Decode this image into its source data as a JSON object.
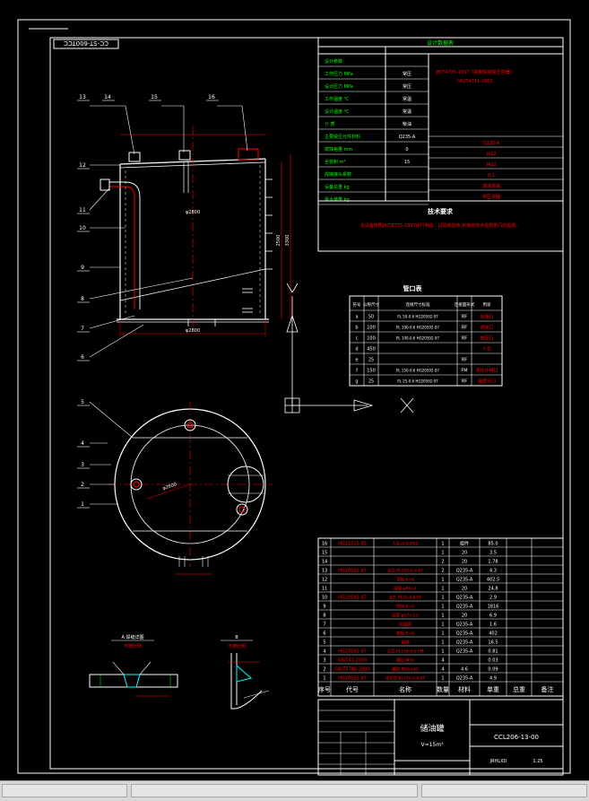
{
  "title_block": {
    "drawing_no_flipped": "CC-ST-600TCC",
    "part_no": "CCL206-13-00",
    "name": "储油罐",
    "volume": "V=15m³",
    "scale": "1:25",
    "sheet": "JRHLXD"
  },
  "tech_data": {
    "header": "设计数据表",
    "code_std": "JB/T4735-1997《钢制焊接常压容器》",
    "code_std2": "HG/T4711-2002",
    "rows": [
      {
        "label": "设计参数",
        "value": "",
        "note": ""
      },
      {
        "label": "工作压力 MPa",
        "value": "常压",
        "note": ""
      },
      {
        "label": "设计压力 MPa",
        "value": "常压",
        "note": ""
      },
      {
        "label": "工作温度 ℃",
        "value": "常温",
        "note": ""
      },
      {
        "label": "设计温度 ℃",
        "value": "常温",
        "note": ""
      },
      {
        "label": "介 质",
        "value": "柴油",
        "note": ""
      },
      {
        "label": "主要受压元件材料",
        "value": "Q235-A",
        "note": ""
      },
      {
        "label": "腐蚀裕量 mm",
        "value": "0",
        "note": ""
      },
      {
        "label": "全容积 m³",
        "value": "15",
        "note": ""
      },
      {
        "label": "焊接接头系数",
        "value": "",
        "note": ""
      },
      {
        "label": "设备总重 kg",
        "value": "",
        "note": ""
      },
      {
        "label": "最大装量 kg",
        "value": "",
        "note": ""
      }
    ],
    "right_rows": [
      "Q235-A",
      "J422",
      "J422",
      "0.1",
      "煤油渗漏",
      "常压容器"
    ]
  },
  "tech_req": {
    "title": "技术要求",
    "text": "本设备按照JB/T4735-1997进行制造、试验和验收,并接受技术监督部门的监督。"
  },
  "nozzle_table": {
    "title": "管口表",
    "headers": [
      "符号",
      "公称尺寸",
      "连接尺寸标准",
      "连接面形式",
      "用途"
    ],
    "rows": [
      {
        "sym": "a",
        "dn": "50",
        "std": "PL 50-0.6 HG20592-97",
        "face": "RF",
        "use": "出油口"
      },
      {
        "sym": "b",
        "dn": "100",
        "std": "PL 100-0.6 HG20592-97",
        "face": "RF",
        "use": "进油口"
      },
      {
        "sym": "c",
        "dn": "100",
        "std": "PL 100-0.6 HG20592-97",
        "face": "RF",
        "use": "放空口"
      },
      {
        "sym": "d",
        "dn": "450",
        "std": "",
        "face": "",
        "use": "人孔"
      },
      {
        "sym": "e",
        "dn": "25",
        "std": "",
        "face": "RF",
        "use": ""
      },
      {
        "sym": "f",
        "dn": "150",
        "std": "PL 150-0.6 HG20592-97",
        "face": "FM",
        "use": "液位计接口"
      },
      {
        "sym": "g",
        "dn": "25",
        "std": "PL 25-0.6 HG20592-97",
        "face": "RF",
        "use": "温度计口"
      }
    ]
  },
  "bom": {
    "headers": [
      "序号",
      "代号",
      "名称",
      "数量",
      "材料",
      "单重",
      "总重",
      "备注"
    ],
    "rows": [
      {
        "no": "16",
        "code": "HG21515-95",
        "name": "人孔(A·G)450",
        "qty": "1",
        "mat": "组件",
        "wt": "85.0"
      },
      {
        "no": "15",
        "code": "",
        "name": "",
        "qty": "1",
        "mat": "20",
        "wt": "3.5"
      },
      {
        "no": "14",
        "code": "",
        "name": "",
        "qty": "2",
        "mat": "20",
        "wt": "1.78"
      },
      {
        "no": "13",
        "code": "HG20592-97",
        "name": "法兰 PL100-0.6 RF",
        "qty": "2",
        "mat": "Q235-A",
        "wt": "4.3"
      },
      {
        "no": "12",
        "code": "",
        "name": "顶板 δ=6",
        "qty": "1",
        "mat": "Q235-A",
        "wt": "402.5"
      },
      {
        "no": "11",
        "code": "",
        "name": "接管 φ89×4",
        "qty": "1",
        "mat": "20",
        "wt": "24.8"
      },
      {
        "no": "10",
        "code": "HG20592-97",
        "name": "法兰 PL50-0.6 RF",
        "qty": "1",
        "mat": "Q235-A",
        "wt": "2.9"
      },
      {
        "no": "9",
        "code": "",
        "name": "筒体 δ=6",
        "qty": "1",
        "mat": "Q235-A",
        "wt": "1816"
      },
      {
        "no": "8",
        "code": "",
        "name": "接管 φ57×3.5",
        "qty": "1",
        "mat": "20",
        "wt": "6.9"
      },
      {
        "no": "7",
        "code": "",
        "name": "加强圈",
        "qty": "1",
        "mat": "Q235-A",
        "wt": "1.6"
      },
      {
        "no": "6",
        "code": "",
        "name": "底板 δ=6",
        "qty": "1",
        "mat": "Q235-A",
        "wt": "402"
      },
      {
        "no": "5",
        "code": "",
        "name": "盘梯",
        "qty": "1",
        "mat": "Q235-A",
        "wt": "16.5"
      },
      {
        "no": "4",
        "code": "HG20592-97",
        "name": "法兰 PL150-0.6 FM",
        "qty": "1",
        "mat": "Q235-A",
        "wt": "0.81"
      },
      {
        "no": "3",
        "code": "GB/T41-2000",
        "name": "螺母 M16",
        "qty": "4",
        "mat": "",
        "wt": "0.03"
      },
      {
        "no": "2",
        "code": "GB/T5780-2000",
        "name": "螺栓 M16×65",
        "qty": "4",
        "mat": "4.6",
        "wt": "0.09"
      },
      {
        "no": "1",
        "code": "HG20592-97",
        "name": "法兰盖 BL100-0.6 RF",
        "qty": "1",
        "mat": "Q235-A",
        "wt": "4.9"
      }
    ]
  },
  "details": {
    "a_title": "A 焊缝详图",
    "a_sub": "不按比例",
    "b_title": "B",
    "b_sub": "不按比例"
  },
  "elevation": {
    "d_shell": "φ2800",
    "height": "3300",
    "inner": "2500",
    "bottom": "φ2800"
  },
  "plan": {
    "diam": "φ2800"
  },
  "balloons": [
    "13",
    "14",
    "15",
    "16",
    "12",
    "11",
    "10",
    "9",
    "8",
    "7",
    "6",
    "5",
    "4",
    "3",
    "2",
    "1"
  ],
  "colors": {
    "bg": "#000000",
    "line": "#ffffff",
    "dim": "#ff0000",
    "alt": "#00ffff",
    "mark": "#ffff00",
    "hatch": "#00ff00"
  }
}
